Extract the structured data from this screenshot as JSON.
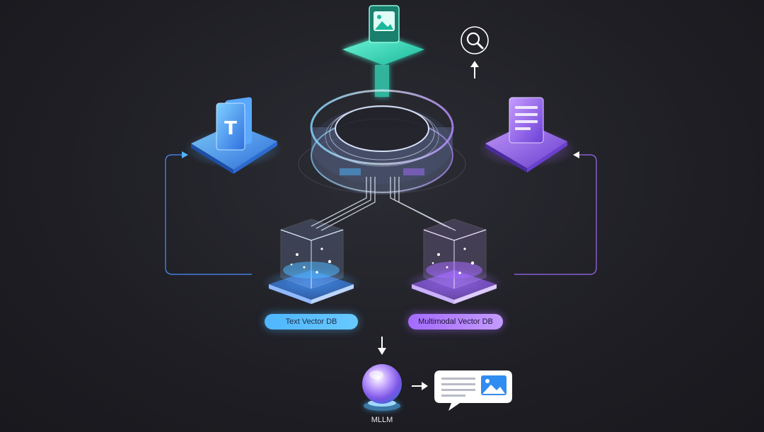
{
  "labels": {
    "text_db": "Text Vector DB",
    "multimodal_db": "Multimodal Vector DB",
    "mllm": "MLLM"
  },
  "icons": {
    "text_doc": "T",
    "top_node": "image-icon",
    "right_node": "document-icon",
    "search": "search-icon",
    "output": "chat-bubble-icon"
  },
  "colors": {
    "blue": "#4fb6ff",
    "purple": "#a46bff",
    "teal": "#35e3c1",
    "background": "#1e1e24"
  }
}
